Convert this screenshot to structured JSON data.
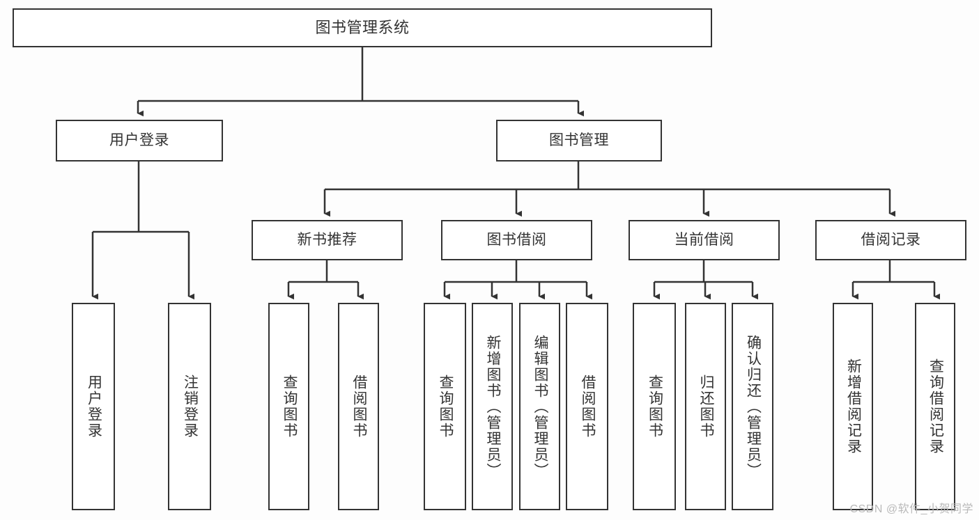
{
  "diagram": {
    "title": "图书管理系统",
    "type": "tree-hierarchy-chart",
    "watermark": "CSDN @软件_小贺同学",
    "colors": {
      "stroke": "#333333",
      "node_fill": "#ffffff",
      "canvas": "#fdfdfd",
      "text": "#333333",
      "watermark": "#b9b9b9"
    },
    "nodes": {
      "root": {
        "label": "图书管理系统"
      },
      "level1": [
        {
          "id": "user-login",
          "label": "用户登录"
        },
        {
          "id": "book-management",
          "label": "图书管理"
        }
      ],
      "level2": [
        {
          "id": "new-book-recommend",
          "label": "新书推荐",
          "parent": "book-management"
        },
        {
          "id": "book-borrow",
          "label": "图书借阅",
          "parent": "book-management"
        },
        {
          "id": "current-borrow",
          "label": "当前借阅",
          "parent": "book-management"
        },
        {
          "id": "borrow-record",
          "label": "借阅记录",
          "parent": "book-management"
        }
      ],
      "leaves": [
        {
          "id": "leaf-user-login",
          "label": "用户登录",
          "parent": "user-login"
        },
        {
          "id": "leaf-logout-login",
          "label": "注销登录",
          "parent": "user-login"
        },
        {
          "id": "leaf-query-book-1",
          "label": "查询图书",
          "parent": "new-book-recommend"
        },
        {
          "id": "leaf-borrow-book-1",
          "label": "借阅图书",
          "parent": "new-book-recommend"
        },
        {
          "id": "leaf-query-book-2",
          "label": "查询图书",
          "parent": "book-borrow"
        },
        {
          "id": "leaf-add-book",
          "label": "新增图书（管理员）",
          "parent": "book-borrow"
        },
        {
          "id": "leaf-edit-book",
          "label": "编辑图书（管理员）",
          "parent": "book-borrow"
        },
        {
          "id": "leaf-borrow-book-2",
          "label": "借阅图书",
          "parent": "book-borrow"
        },
        {
          "id": "leaf-query-book-3",
          "label": "查询图书",
          "parent": "current-borrow"
        },
        {
          "id": "leaf-return-book",
          "label": "归还图书",
          "parent": "current-borrow"
        },
        {
          "id": "leaf-confirm-return",
          "label": "确认归还（管理员）",
          "parent": "current-borrow"
        },
        {
          "id": "leaf-add-record",
          "label": "新增借阅记录",
          "parent": "borrow-record"
        },
        {
          "id": "leaf-query-record",
          "label": "查询借阅记录",
          "parent": "borrow-record"
        }
      ]
    }
  }
}
